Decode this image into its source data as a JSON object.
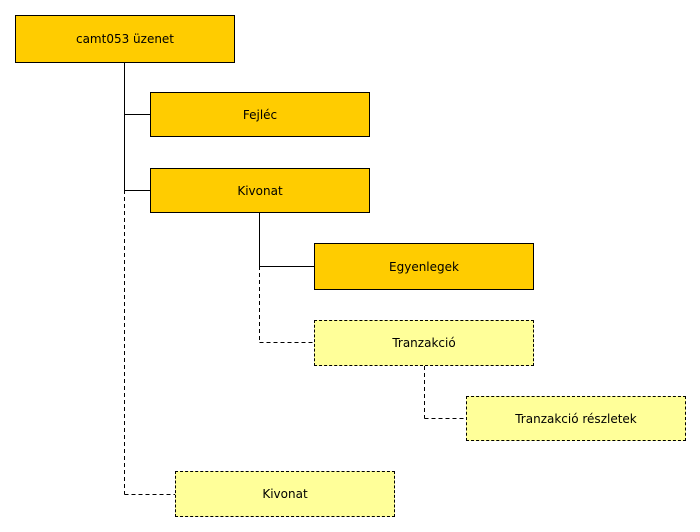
{
  "nodes": {
    "root": {
      "label": "camt053 üzenet"
    },
    "header": {
      "label": "Fejléc"
    },
    "statement": {
      "label": "Kivonat"
    },
    "balances": {
      "label": "Egyenlegek"
    },
    "transaction": {
      "label": "Tranzakció"
    },
    "transaction_details": {
      "label": "Tranzakció részletek"
    },
    "statement_repeat": {
      "label": "Kivonat"
    }
  },
  "colors": {
    "required_fill": "#ffcc00",
    "optional_fill": "#ffff99",
    "line": "#000000"
  }
}
